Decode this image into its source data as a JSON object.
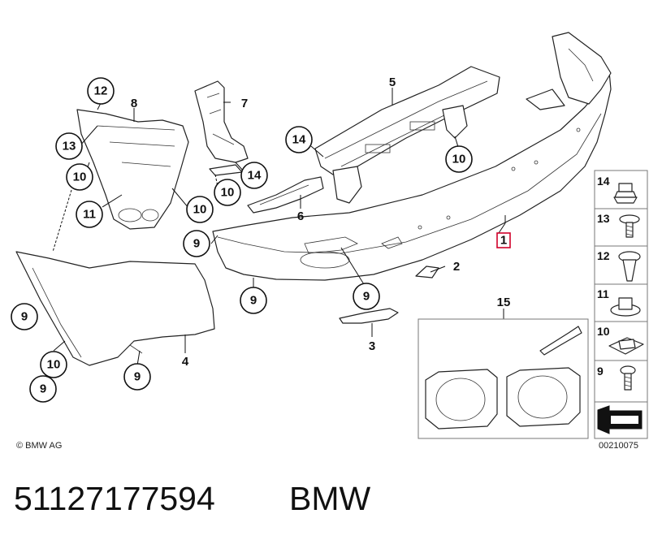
{
  "callouts": [
    {
      "id": "c12",
      "label": "12"
    },
    {
      "id": "c8",
      "label": "8"
    },
    {
      "id": "c13",
      "label": "13"
    },
    {
      "id": "c10a",
      "label": "10"
    },
    {
      "id": "c11",
      "label": "11"
    },
    {
      "id": "c10b",
      "label": "10"
    },
    {
      "id": "c7",
      "label": "7"
    },
    {
      "id": "c14a",
      "label": "14"
    },
    {
      "id": "c10c",
      "label": "10"
    },
    {
      "id": "c5",
      "label": "5"
    },
    {
      "id": "c14b",
      "label": "14"
    },
    {
      "id": "c10d",
      "label": "10"
    },
    {
      "id": "c6",
      "label": "6"
    },
    {
      "id": "c9a",
      "label": "9"
    },
    {
      "id": "c9b",
      "label": "9"
    },
    {
      "id": "c9c",
      "label": "9"
    },
    {
      "id": "c9d",
      "label": "9"
    },
    {
      "id": "c10e",
      "label": "10"
    },
    {
      "id": "c9e",
      "label": "9"
    },
    {
      "id": "c9f",
      "label": "9"
    },
    {
      "id": "c1",
      "label": "1"
    },
    {
      "id": "c2",
      "label": "2"
    },
    {
      "id": "c3",
      "label": "3"
    },
    {
      "id": "c4",
      "label": "4"
    },
    {
      "id": "c15",
      "label": "15"
    }
  ],
  "legend": [
    "14",
    "13",
    "12",
    "11",
    "10",
    "9"
  ],
  "footer": {
    "copyright": "© BMW AG",
    "diagram_code": "00210075",
    "part_number": "51127177594",
    "brand": "BMW"
  },
  "colors": {
    "highlight": "#d0002a",
    "line": "#111111",
    "panel_border": "#777777"
  }
}
